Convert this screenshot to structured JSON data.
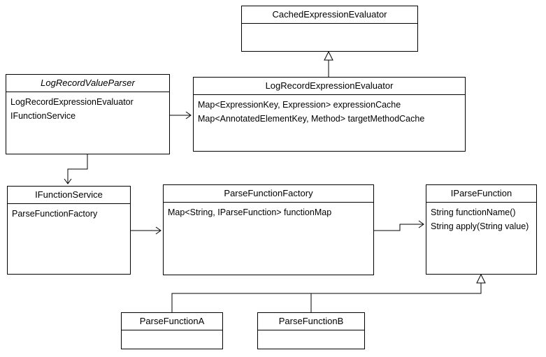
{
  "classes": {
    "cached_evaluator": {
      "name": "CachedExpressionEvaluator",
      "attrs": []
    },
    "log_evaluator": {
      "name": "LogRecordExpressionEvaluator",
      "attrs": [
        "Map<ExpressionKey, Expression> expressionCache",
        "Map<AnnotatedElementKey, Method> targetMethodCache"
      ]
    },
    "value_parser": {
      "name": "LogRecordValueParser",
      "attrs": [
        "LogRecordExpressionEvaluator",
        "IFunctionService"
      ]
    },
    "function_service": {
      "name": "IFunctionService",
      "attrs": [
        "ParseFunctionFactory"
      ]
    },
    "parse_factory": {
      "name": "ParseFunctionFactory",
      "attrs": [
        "Map<String, IParseFunction> functionMap"
      ]
    },
    "iparse_function": {
      "name": "IParseFunction",
      "attrs": [
        "String functionName()",
        "String apply(String value)"
      ]
    },
    "parse_a": {
      "name": "ParseFunctionA",
      "attrs": []
    },
    "parse_b": {
      "name": "ParseFunctionB",
      "attrs": []
    }
  },
  "relations": [
    {
      "from": "log_evaluator",
      "to": "cached_evaluator",
      "kind": "generalization"
    },
    {
      "from": "value_parser",
      "to": "log_evaluator",
      "kind": "association"
    },
    {
      "from": "value_parser",
      "to": "function_service",
      "kind": "association"
    },
    {
      "from": "function_service",
      "to": "parse_factory",
      "kind": "association"
    },
    {
      "from": "parse_factory",
      "to": "iparse_function",
      "kind": "association"
    },
    {
      "from": "parse_a",
      "to": "iparse_function",
      "kind": "generalization"
    },
    {
      "from": "parse_b",
      "to": "iparse_function",
      "kind": "generalization"
    }
  ]
}
